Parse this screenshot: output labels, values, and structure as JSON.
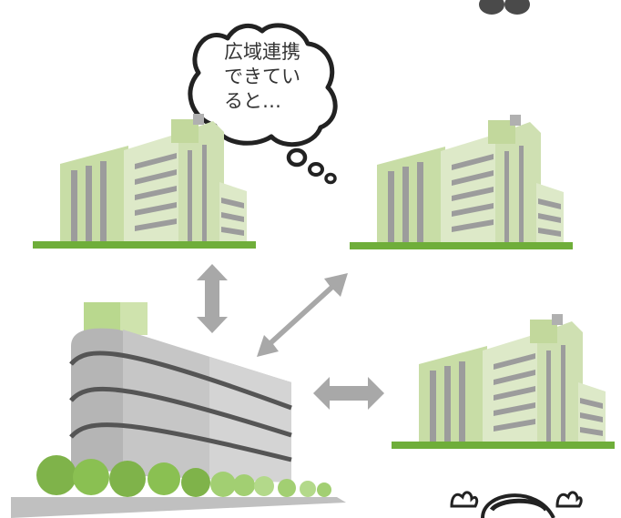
{
  "thought_bubble": {
    "lines": [
      "広域連携",
      "できてい",
      "ると…"
    ]
  },
  "icons": {
    "top_figure": "person-silhouette-icon",
    "bottom_figure": "cheering-person-icon"
  },
  "colors": {
    "building_green": "#d6e6b8",
    "building_green_dark": "#c2d89c",
    "ground_green": "#6fae3a",
    "window_gray": "#9c9c9c",
    "arrow_gray": "#a8a8a8",
    "hospital_gray": "#b9b9b9",
    "tree_green": "#7fb34a"
  }
}
